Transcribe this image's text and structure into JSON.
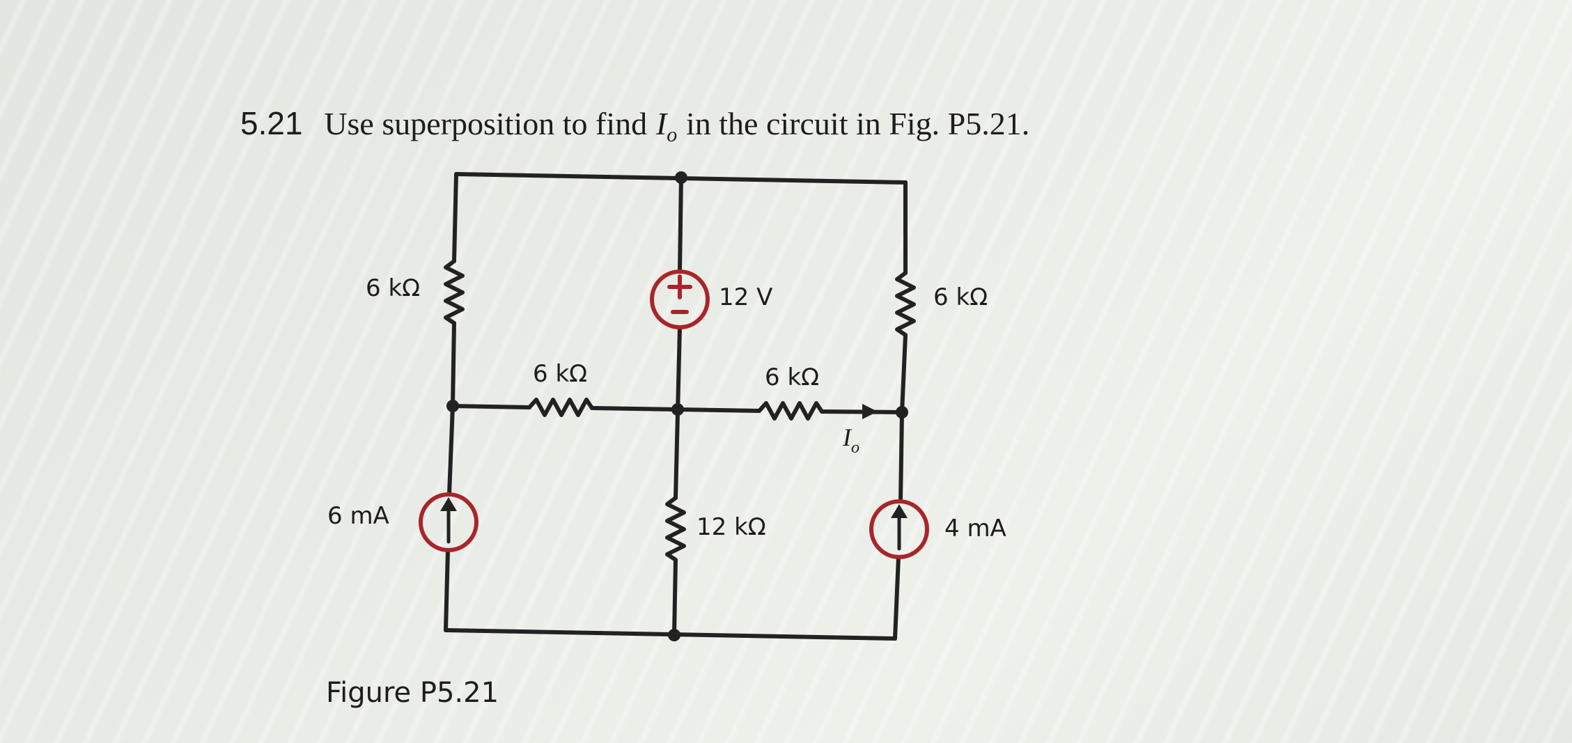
{
  "problem": {
    "number": "5.21",
    "text_before": "Use superposition to find",
    "variable": "I",
    "subscript": "o",
    "text_after": "in the circuit in Fig. P5.21."
  },
  "figure_caption": "Figure P5.21",
  "circuit": {
    "left_resistor": "6 kΩ",
    "voltage_source": "12 V",
    "right_resistor": "6 kΩ",
    "middle_left_resistor": "6 kΩ",
    "middle_right_resistor": "6 kΩ",
    "current_label": "I",
    "current_label_sub": "o",
    "left_current_source": "6 mA",
    "center_resistor": "12 kΩ",
    "right_current_source": "4 mA",
    "wire_color": "#222222",
    "source_color": "#a8262b"
  }
}
